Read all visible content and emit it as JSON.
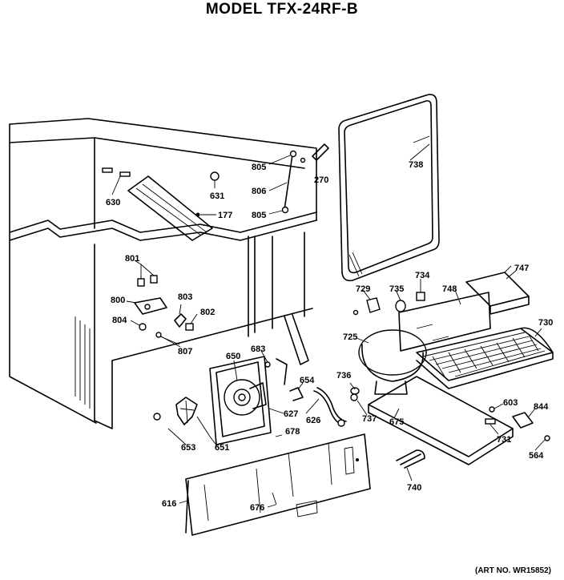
{
  "title": "MODEL TFX-24RF-B",
  "art_number": "(ART NO. WR15852)",
  "labels": {
    "p630": "630",
    "p631": "631",
    "p177": "177",
    "p805a": "805",
    "p806": "806",
    "p805b": "805",
    "p270": "270",
    "p738": "738",
    "p801": "801",
    "p800": "800",
    "p803": "803",
    "p802": "802",
    "p804": "804",
    "p807": "807",
    "p683": "683",
    "p650": "650",
    "p654": "654",
    "p627": "627",
    "p678": "678",
    "p626": "626",
    "p653": "653",
    "p651": "651",
    "p616": "616",
    "p676": "676",
    "p729": "729",
    "p735": "735",
    "p734": "734",
    "p748": "748",
    "p747": "747",
    "p725": "725",
    "p730": "730",
    "p736": "736",
    "p737": "737",
    "p675": "675",
    "p603": "603",
    "p844": "844",
    "p731": "731",
    "p564": "564",
    "p740": "740"
  }
}
